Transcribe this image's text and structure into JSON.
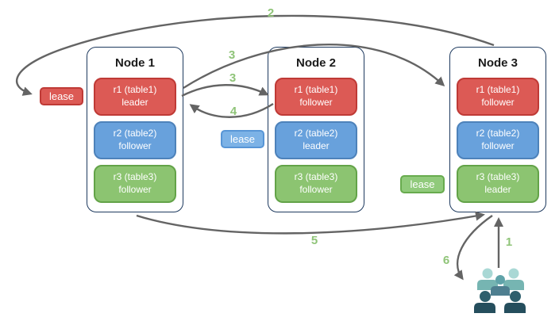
{
  "nodes": [
    {
      "title": "Node 1",
      "replicas": [
        {
          "name": "r1 (table1)",
          "role": "leader",
          "color": "#dc5a55"
        },
        {
          "name": "r2 (table2)",
          "role": "follower",
          "color": "#68a1dc"
        },
        {
          "name": "r3 (table3)",
          "role": "follower",
          "color": "#8cc471"
        }
      ]
    },
    {
      "title": "Node 2",
      "replicas": [
        {
          "name": "r1 (table1)",
          "role": "follower",
          "color": "#dc5a55"
        },
        {
          "name": "r2 (table2)",
          "role": "leader",
          "color": "#68a1dc"
        },
        {
          "name": "r3 (table3)",
          "role": "follower",
          "color": "#8cc471"
        }
      ]
    },
    {
      "title": "Node 3",
      "replicas": [
        {
          "name": "r1 (table1)",
          "role": "follower",
          "color": "#dc5a55"
        },
        {
          "name": "r2 (table2)",
          "role": "follower",
          "color": "#68a1dc"
        },
        {
          "name": "r3 (table3)",
          "role": "leader",
          "color": "#8cc471"
        }
      ]
    }
  ],
  "leases": [
    {
      "label": "lease",
      "fill": "#dc5a55",
      "border": "#bf3a36"
    },
    {
      "label": "lease",
      "fill": "#7cb2e6",
      "border": "#5795d6"
    },
    {
      "label": "lease",
      "fill": "#90ca7b",
      "border": "#68ab4e"
    }
  ],
  "steps": {
    "s1": "1",
    "s2": "2",
    "s3a": "3",
    "s3b": "3",
    "s4": "4",
    "s5": "5",
    "s6": "6"
  },
  "colors": {
    "arrow": "#646464",
    "step_label": "#8fc478",
    "node_border": "#1e3a5f",
    "users": {
      "back_head": "#a9d8d5",
      "back_body": "#76b5b2",
      "mid_head": "#5fa3a9",
      "mid_body": "#4e7f90",
      "front_head": "#2e5f6d",
      "front_body": "#254e5d"
    }
  },
  "icons": {
    "users": "users-group"
  }
}
